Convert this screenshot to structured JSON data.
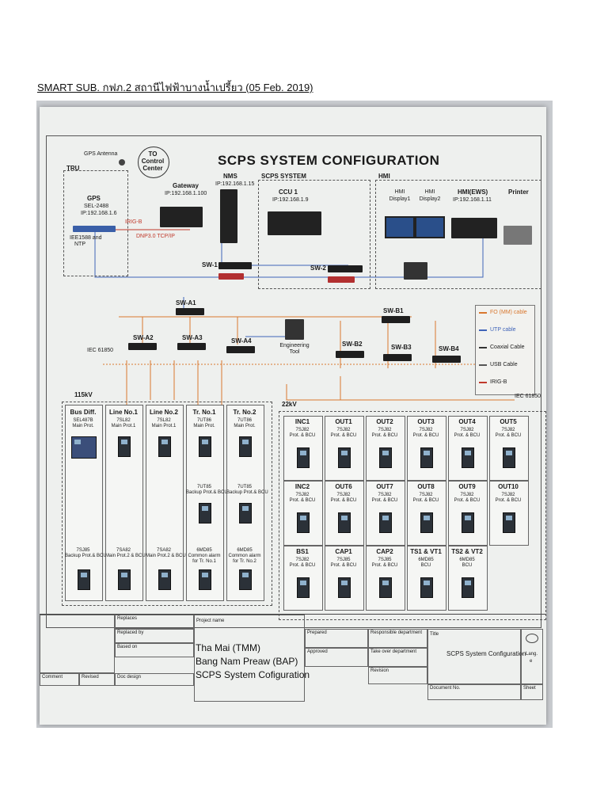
{
  "caption": "SMART SUB. กฟภ.2 สถานีไฟฟ้าบางน้ำเปรี้ยว (05 Feb. 2019)",
  "diagram": {
    "title": "SCPS SYSTEM CONFIGURATION",
    "gps_antenna": "GPS Antenna",
    "to_control_center": [
      "TO",
      "Control",
      "Center"
    ],
    "tru": "TRU",
    "gps": {
      "name": "GPS",
      "model": "SEL-2488",
      "ip": "IP:192.168.1.6"
    },
    "irig": "IRIG-B",
    "dnp": "DNP3.0 TCP/IP",
    "ptp": [
      "IEE1588 and",
      "NTP"
    ],
    "gateway": {
      "name": "Gateway",
      "ip": "IP:192.168.1.100"
    },
    "nms": {
      "name": "NMS",
      "ip": "IP:192.168.1.15"
    },
    "scps_system": "SCPS SYSTEM",
    "ccu": {
      "name": "CCU 1",
      "ip": "IP:192.168.1.9"
    },
    "hmi": "HMI",
    "hmi1": [
      "HMI",
      "Display1"
    ],
    "hmi2": [
      "HMI",
      "Display2"
    ],
    "hmi_ews": {
      "name": "HMI(EWS)",
      "ip": "IP:192.168.1.11"
    },
    "printer": "Printer",
    "sw1": "SW-1",
    "sw2": "SW-2",
    "swa1": "SW-A1",
    "swb1": "SW-B1",
    "swa2": "SW-A2",
    "swa3": "SW-A3",
    "swa4": "SW-A4",
    "swb2": "SW-B2",
    "swb3": "SW-B3",
    "swb4": "SW-B4",
    "eng_tool": [
      "Engineering",
      "Tool"
    ],
    "iec_left": "IEC 61850",
    "iec_right": "IEC 61850",
    "kv115": "115kV",
    "kv22": "22kV",
    "legend": [
      {
        "label": "FO (MM) cable",
        "color": "#d9772e"
      },
      {
        "label": "UTP cable",
        "color": "#3f63b8"
      },
      {
        "label": "Coaxial Cable",
        "color": "#333333"
      },
      {
        "label": "USB Cable",
        "color": "#555555"
      },
      {
        "label": "IRIG-B",
        "color": "#c0392b"
      }
    ],
    "bays115": [
      {
        "name": "Bus Diff.",
        "l1": "SEL487B",
        "l2": "Main Prot.",
        "low1": "7SJ85",
        "low2": "Backup Prot.& BCU"
      },
      {
        "name": "Line No.1",
        "l1": "7SL82",
        "l2": "Main Prot.1",
        "low1": "7SA82",
        "low2": "Main Prot.2 & BCU"
      },
      {
        "name": "Line No.2",
        "l1": "7SL82",
        "l2": "Main Prot.1",
        "low1": "7SA82",
        "low2": "Main Prot.2 & BCU"
      },
      {
        "name": "Tr. No.1",
        "l1": "7UT86",
        "l2": "Main Prot.",
        "mid1": "7UT85",
        "mid2": "Backup Prot.& BCU",
        "low1": "6MD85",
        "low2": "Common alarm",
        "low3": "for Tr. No.1"
      },
      {
        "name": "Tr. No.2",
        "l1": "7UT86",
        "l2": "Main Prot.",
        "mid1": "7UT85",
        "mid2": "Backup Prot.& BCU",
        "low1": "6MD85",
        "low2": "Common alarm",
        "low3": "for Tr. No.2"
      }
    ],
    "bays22": [
      [
        {
          "name": "INC1",
          "l1": "7SJ82",
          "l2": "Prot. & BCU"
        },
        {
          "name": "OUT1",
          "l1": "7SJ82",
          "l2": "Prot. & BCU"
        },
        {
          "name": "OUT2",
          "l1": "7SJ82",
          "l2": "Prot. & BCU"
        },
        {
          "name": "OUT3",
          "l1": "7SJ82",
          "l2": "Prot. & BCU"
        },
        {
          "name": "OUT4",
          "l1": "7SJ82",
          "l2": "Prot. & BCU"
        },
        {
          "name": "OUT5",
          "l1": "7SJ82",
          "l2": "Prot. & BCU"
        }
      ],
      [
        {
          "name": "INC2",
          "l1": "7SJ82",
          "l2": "Prot. & BCU"
        },
        {
          "name": "OUT6",
          "l1": "7SJ82",
          "l2": "Prot. & BCU"
        },
        {
          "name": "OUT7",
          "l1": "7SJ82",
          "l2": "Prot. & BCU"
        },
        {
          "name": "OUT8",
          "l1": "7SJ82",
          "l2": "Prot. & BCU"
        },
        {
          "name": "OUT9",
          "l1": "7SJ82",
          "l2": "Prot. & BCU"
        },
        {
          "name": "OUT10",
          "l1": "7SJ82",
          "l2": "Prot. & BCU"
        }
      ],
      [
        {
          "name": "BS1",
          "l1": "7SJ82",
          "l2": "Prot. & BCU"
        },
        {
          "name": "CAP1",
          "l1": "7SJ85",
          "l2": "Prot. & BCU"
        },
        {
          "name": "CAP2",
          "l1": "7SJ85",
          "l2": "Prot. & BCU"
        },
        {
          "name": "TS1 & VT1",
          "l1": "6MD85",
          "l2": "BCU"
        },
        {
          "name": "TS2 & VT2",
          "l1": "6MD85",
          "l2": "BCU"
        }
      ]
    ]
  },
  "titleblock": {
    "replaces": "Replaces",
    "replaced_by": "Replaced by",
    "based_on": "Based on",
    "comment": "Comment",
    "revised": "Revised",
    "doc_design": "Doc design",
    "project_name": "Project name",
    "project_lines": [
      "Tha Mai (TMM)",
      "Bang Nam Preaw (BAP)",
      "SCPS System Cofiguration"
    ],
    "prepared": "Prepared",
    "approved": "Approved",
    "responsible": "Responsible department",
    "take_over": "Take over department",
    "revision": "Revision",
    "document_no": "Document No.",
    "title_lbl": "Title",
    "title_val": "SCPS System Configuration",
    "lang": "Lang.",
    "lang_val": "e",
    "sheet": "Sheet"
  }
}
